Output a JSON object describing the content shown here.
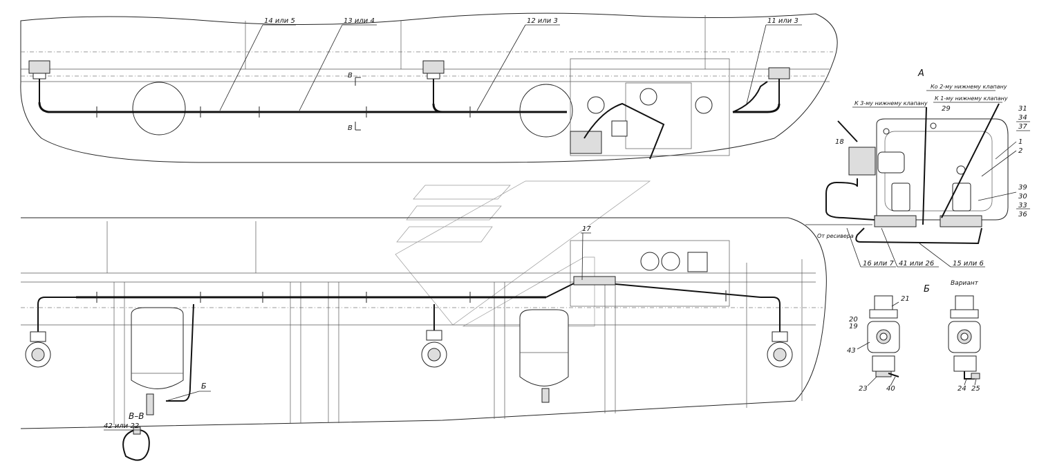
{
  "views": {
    "section_a": "А",
    "section_b": "Б",
    "section_vv": "В–В",
    "variant": "Вариант",
    "cut_mark": "В"
  },
  "top_callouts": [
    "14 или 5",
    "13 или 4",
    "12 или 3",
    "11 или 3"
  ],
  "bottom_callouts": [
    "17",
    "Б"
  ],
  "vv_callout": "42 или 22",
  "detail_a": {
    "leads": [
      "К 3-му нижнему клапану",
      "Ко 2-му нижнему клапану",
      "К 1-му нижнему клапану",
      "От ресивера"
    ],
    "numbers": [
      "18",
      "29",
      "31",
      "34",
      "37",
      "1",
      "2",
      "39",
      "30",
      "33",
      "36"
    ],
    "bottom": [
      "16 или 7",
      "41 или 26",
      "15 или 6"
    ]
  },
  "detail_b": {
    "numbers": [
      "20",
      "21",
      "19",
      "43",
      "23",
      "40"
    ],
    "variant_numbers": [
      "24",
      "25"
    ]
  }
}
